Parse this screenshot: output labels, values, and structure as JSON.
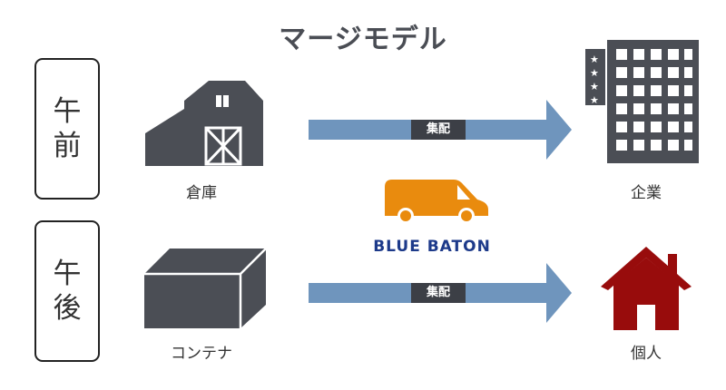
{
  "title": "マージモデル",
  "periods": {
    "am": [
      "午",
      "前"
    ],
    "pm": [
      "午",
      "後"
    ]
  },
  "nodes": {
    "warehouse": "倉庫",
    "container": "コンテナ",
    "company": "企業",
    "individual": "個人"
  },
  "flows": {
    "am_label": "集配",
    "pm_label": "集配"
  },
  "brand": "BLUE BATON",
  "colors": {
    "icon_gray": "#4b4e55",
    "arrow_blue": "#6f95bd",
    "van_orange": "#e98b0e",
    "house_red": "#980c0c",
    "brand_navy": "#1d3a8a"
  }
}
